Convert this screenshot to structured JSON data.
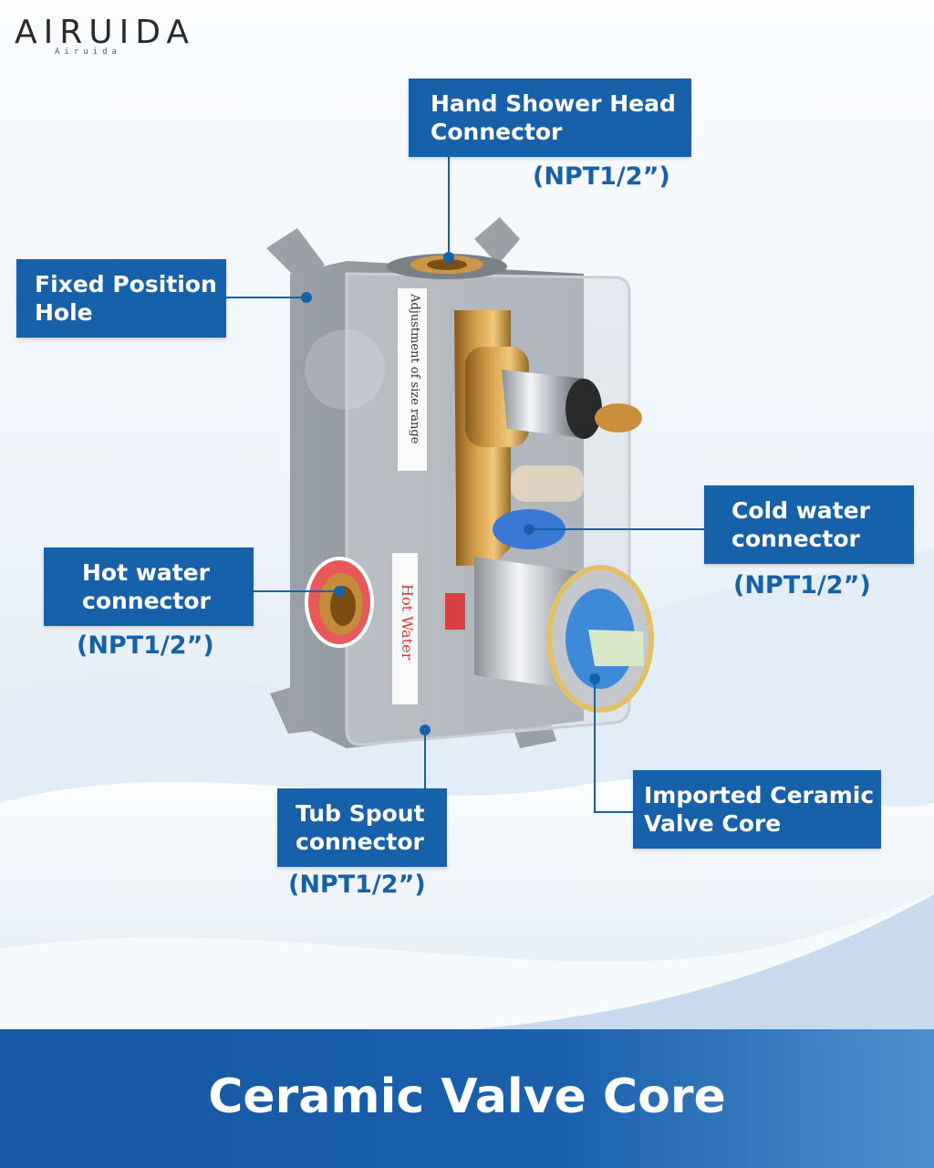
{
  "brand": {
    "name": "AIRUIDA",
    "subtitle": "Airuida"
  },
  "callouts": {
    "hand_shower": {
      "line1": "Hand Shower Head",
      "line2": "Connector",
      "spec": "(NPT1/2”)"
    },
    "fixed_hole": {
      "line1": "Fixed Position",
      "line2": "Hole"
    },
    "cold_water": {
      "line1": "Cold water",
      "line2": "connector",
      "spec": "(NPT1/2”)"
    },
    "hot_water": {
      "line1": "Hot water",
      "line2": "connector",
      "spec": "(NPT1/2”)"
    },
    "tub_spout": {
      "line1": "Tub Spout",
      "line2": "connector",
      "spec": "(NPT1/2”)"
    },
    "ceramic_core": {
      "line1": "Imported Ceramic",
      "line2": "Valve Core"
    }
  },
  "product": {
    "side_label": "Adjustment of size range",
    "hot_label": "Hot Water"
  },
  "banner": {
    "title": "Ceramic Valve Core"
  },
  "colors": {
    "accent": "#1760aa",
    "banner": "#1a60ac"
  }
}
